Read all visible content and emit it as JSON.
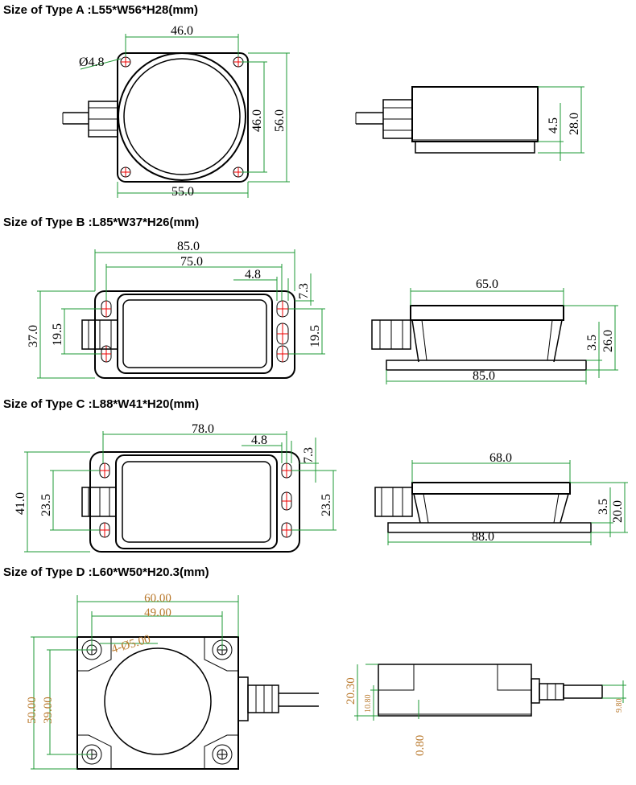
{
  "titles": {
    "a": "Size of Type A :L55*W56*H28(mm)",
    "b": "Size of Type B :L85*W37*H26(mm)",
    "c": "Size of Type C :L88*W41*H20(mm)",
    "d": "Size of Type D :L60*W50*H20.3(mm)"
  },
  "type_a": {
    "top_width": "46.0",
    "bottom_width": "55.0",
    "hole_dia": "Ø4.8",
    "inner_height": "46.0",
    "outer_height": "56.0",
    "base_height": "4.5",
    "total_height": "28.0"
  },
  "type_b": {
    "length": "85.0",
    "hole_span": "75.0",
    "slot": "4.8",
    "edge": "7.3",
    "width": "37.0",
    "hole_pitch_left": "19.5",
    "hole_pitch_right": "19.5",
    "top_length": "65.0",
    "base_length": "85.0",
    "base_height": "3.5",
    "total_height": "26.0"
  },
  "type_c": {
    "hole_span": "78.0",
    "slot": "4.8",
    "edge": "7.3",
    "width": "41.0",
    "hole_pitch_left": "23.5",
    "hole_pitch_right": "23.5",
    "top_length": "68.0",
    "base_length": "88.0",
    "base_height": "3.5",
    "total_height": "20.0"
  },
  "type_d": {
    "length": "60.00",
    "hole_span": "49.00",
    "holes": "4-Ø5.00",
    "width": "50.00",
    "hole_pitch": "39.00",
    "total_height": "20.30",
    "body_height": "10.80",
    "base_offset": "0.80",
    "cable_dia": "9.80"
  },
  "colors": {
    "dimension_green": "#1e9a34",
    "dimension_orange": "#b8772a",
    "center_red": "#e00000"
  }
}
